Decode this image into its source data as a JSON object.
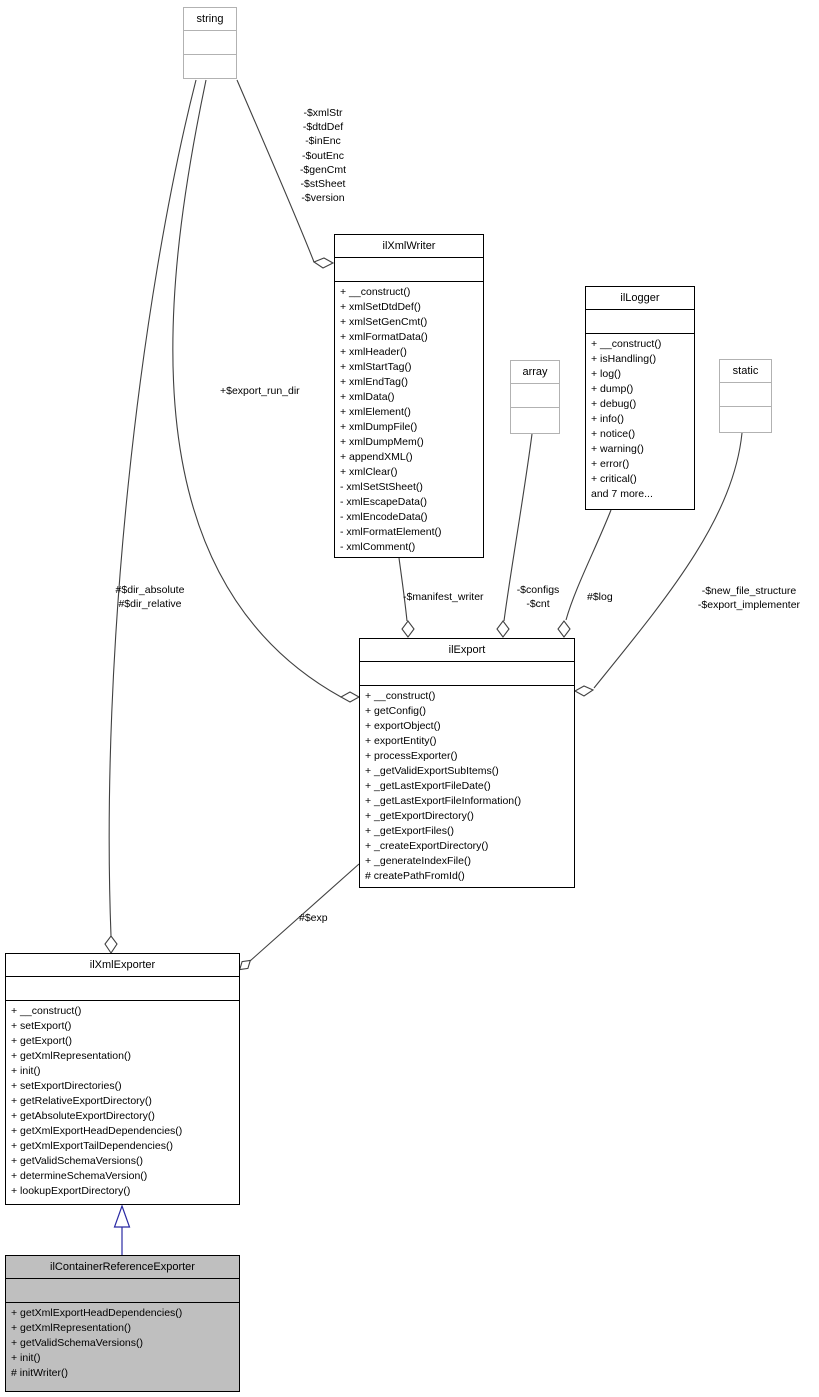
{
  "colors": {
    "edge": "#404040",
    "inheritance": "#2929a3",
    "extern_border": "#b2b2b2",
    "class_border": "#000000",
    "current_class_bg": "#bfbfbf"
  },
  "classes": {
    "string": {
      "title": "string"
    },
    "ilXmlWriter": {
      "title": "ilXmlWriter",
      "methods": [
        "+ __construct()",
        "+ xmlSetDtdDef()",
        "+ xmlSetGenCmt()",
        "+ xmlFormatData()",
        "+ xmlHeader()",
        "+ xmlStartTag()",
        "+ xmlEndTag()",
        "+ xmlData()",
        "+ xmlElement()",
        "+ xmlDumpFile()",
        "+ xmlDumpMem()",
        "+ appendXML()",
        "+ xmlClear()",
        "- xmlSetStSheet()",
        "- xmlEscapeData()",
        "- xmlEncodeData()",
        "- xmlFormatElement()",
        "- xmlComment()"
      ]
    },
    "array": {
      "title": "array"
    },
    "ilLogger": {
      "title": "ilLogger",
      "methods": [
        "+ __construct()",
        "+ isHandling()",
        "+ log()",
        "+ dump()",
        "+ debug()",
        "+ info()",
        "+ notice()",
        "+ warning()",
        "+ error()",
        "+ critical()",
        "and 7 more..."
      ]
    },
    "static": {
      "title": "static"
    },
    "ilExport": {
      "title": "ilExport",
      "methods": [
        "+ __construct()",
        "+ getConfig()",
        "+ exportObject()",
        "+ exportEntity()",
        "+ processExporter()",
        "+ _getValidExportSubItems()",
        "+ _getLastExportFileDate()",
        "+ _getLastExportFileInformation()",
        "+ _getExportDirectory()",
        "+ _getExportFiles()",
        "+ _createExportDirectory()",
        "+ _generateIndexFile()",
        "# createPathFromId()"
      ]
    },
    "ilXmlExporter": {
      "title": "ilXmlExporter",
      "methods": [
        "+ __construct()",
        "+ setExport()",
        "+ getExport()",
        "+ getXmlRepresentation()",
        "+ init()",
        "+ setExportDirectories()",
        "+ getRelativeExportDirectory()",
        "+ getAbsoluteExportDirectory()",
        "+ getXmlExportHeadDependencies()",
        "+ getXmlExportTailDependencies()",
        "+ getValidSchemaVersions()",
        "+ determineSchemaVersion()",
        "+ lookupExportDirectory()"
      ]
    },
    "ilContainerReferenceExporter": {
      "title": "ilContainerReferenceExporter",
      "methods": [
        "+ getXmlExportHeadDependencies()",
        "+ getXmlRepresentation()",
        "+ getValidSchemaVersions()",
        "+ init()",
        "# initWriter()"
      ]
    }
  },
  "edge_labels": {
    "xmlwriter_members": "-$xmlStr\n-$dtdDef\n-$inEnc\n-$outEnc\n-$genCmt\n-$stSheet\n-$version",
    "export_run_dir": "+$export_run_dir",
    "dir_members": "#$dir_absolute\n#$dir_relative",
    "manifest_writer": "-$manifest_writer",
    "configs": "-$configs\n-$cnt",
    "log": "#$log",
    "implementer": "-$new_file_structure\n-$export_implementer",
    "exp": "#$exp"
  }
}
